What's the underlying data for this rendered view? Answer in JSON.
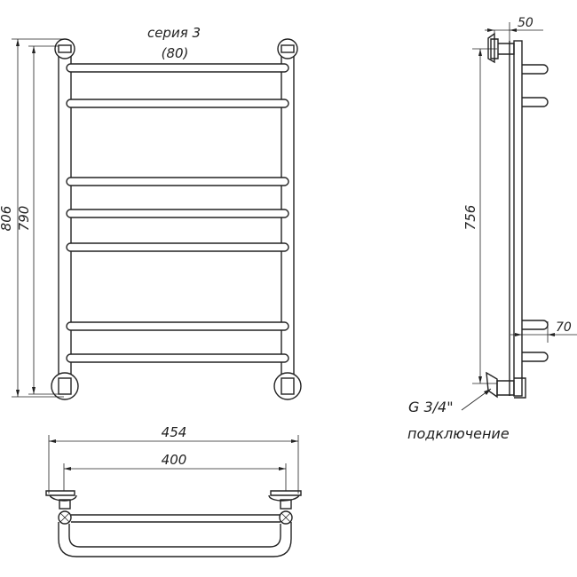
{
  "series": {
    "name": "серия 3",
    "sub": "(80)"
  },
  "dimensions": {
    "front_height_outer": "806",
    "front_height_inner": "790",
    "side_height": "756",
    "side_top_offset": "50",
    "side_bottom_offset": "70",
    "plan_width_outer": "454",
    "plan_width_inner": "400"
  },
  "connection": {
    "thread": "G 3/4\"",
    "label": "подключение"
  }
}
